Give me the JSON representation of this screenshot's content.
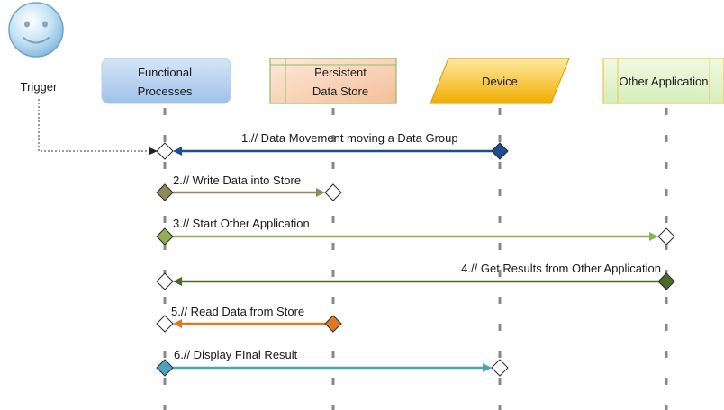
{
  "trigger": {
    "label": "Trigger",
    "icon": "smiley-face-icon"
  },
  "participants": [
    {
      "id": "functional",
      "label_lines": [
        "Functional",
        "Processes"
      ],
      "color": "#aecbee"
    },
    {
      "id": "store",
      "label_lines": [
        "Persistent",
        "Data Store"
      ],
      "color": "#f7c8a8"
    },
    {
      "id": "device",
      "label_lines": [
        "Device"
      ],
      "color": "#f2b400"
    },
    {
      "id": "other",
      "label_lines": [
        "Other Application"
      ],
      "color": "#dff2c4"
    }
  ],
  "messages": [
    {
      "label": "1.// Data Movement moving a Data Group",
      "from": "device",
      "to": "functional",
      "color": "#1f4e8c"
    },
    {
      "label": "2.// Write  Data  into  Store",
      "from": "functional",
      "to": "store",
      "color": "#8f8a57"
    },
    {
      "label": "3.// Start  Other  Application",
      "from": "functional",
      "to": "other",
      "color": "#8db254"
    },
    {
      "label": "4.//  Get Results  from  Other  Application",
      "from": "other",
      "to": "functional",
      "color": "#4a6a2a"
    },
    {
      "label": "5.// Read Data from Store",
      "from": "store",
      "to": "functional",
      "color": "#e07a1f"
    },
    {
      "label": "6.// Display  FInal Result",
      "from": "functional",
      "to": "device",
      "color": "#4aa4c0"
    }
  ]
}
